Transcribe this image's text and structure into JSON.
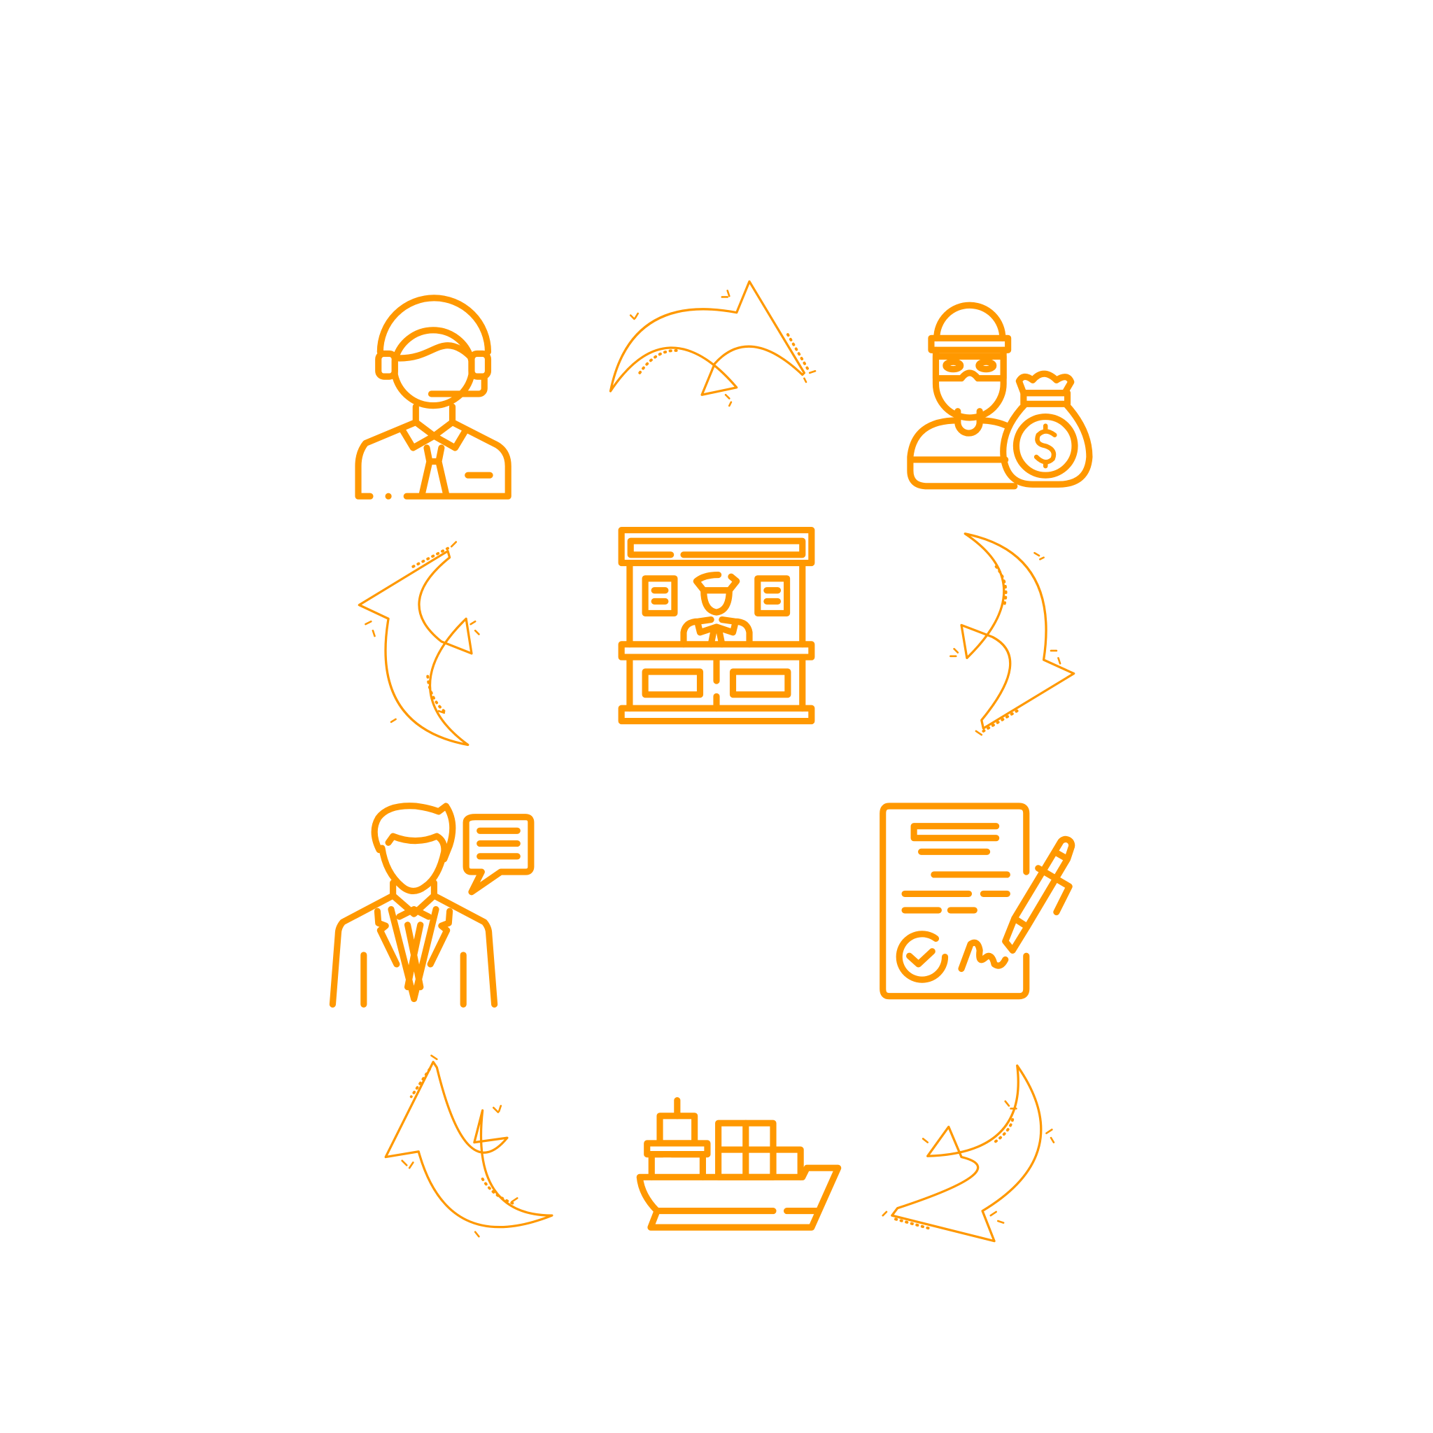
{
  "colors": {
    "accent": "#FF9800",
    "background": "#FFFFFF"
  },
  "icons": [
    "customer-support-agent-icon",
    "thief-money-bag-icon",
    "customs-booth-icon",
    "businessman-speech-icon",
    "signed-document-icon",
    "cargo-ship-icon"
  ],
  "arrows": [
    "arrow-agent-to-thief",
    "arrow-thief-to-document",
    "arrow-document-to-ship",
    "arrow-ship-to-businessman",
    "arrow-businessman-to-agent"
  ]
}
